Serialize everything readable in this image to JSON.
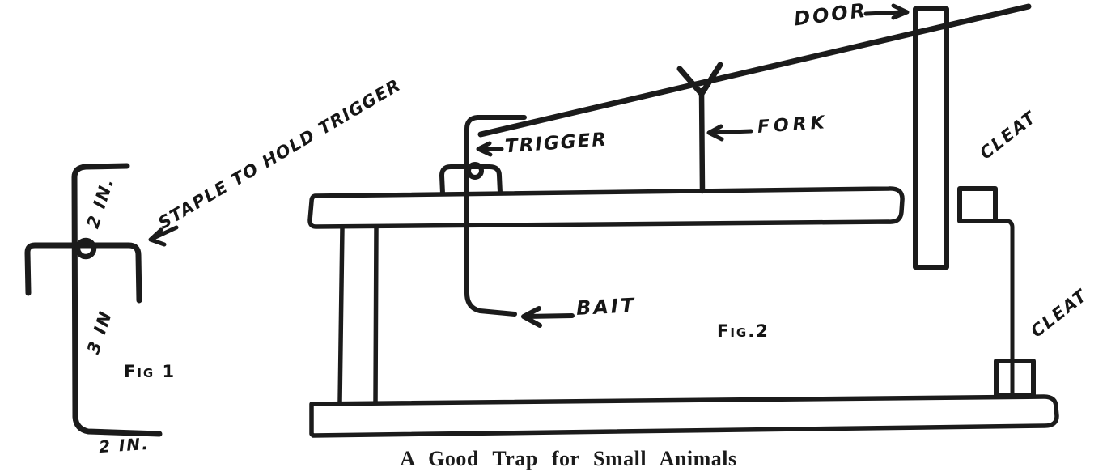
{
  "figure": {
    "caption": "A Good Trap for Small Animals",
    "ink_color": "#1b1b1b",
    "paper_color": "#ffffff"
  },
  "fig1": {
    "name": "Fig 1",
    "top_dimension": "2 IN.",
    "middle_dimension": "3 IN",
    "bottom_dimension": "2 IN.",
    "staple_note": "STAPLE TO HOLD TRIGGER"
  },
  "fig2": {
    "name": "Fig.2",
    "door_label": "DOOR",
    "fork_label": "FORK",
    "trigger_label": "TRIGGER",
    "bait_label": "BAIT",
    "cleat_upper_label": "CLEAT",
    "cleat_lower_label": "CLEAT"
  }
}
